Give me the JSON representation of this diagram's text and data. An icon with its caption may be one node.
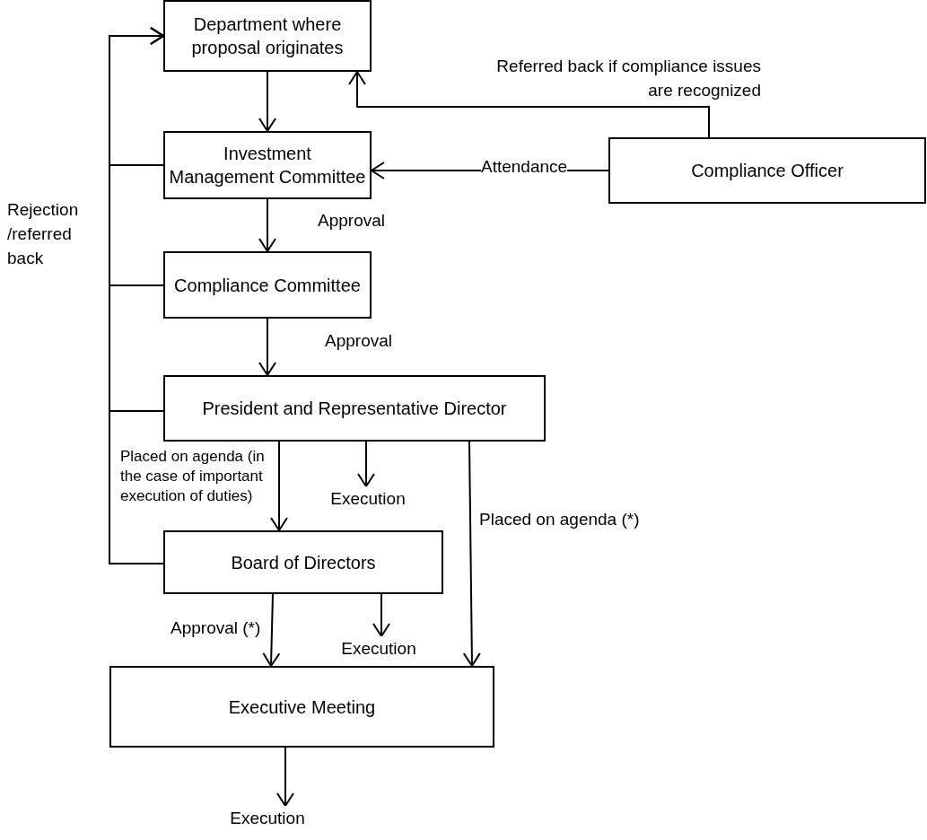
{
  "diagram": {
    "nodes": [
      {
        "text": [
          "Department where proposal originates"
        ]
      },
      {
        "text": [
          "Investment Management Committee"
        ]
      },
      {
        "text": [
          "Compliance Officer"
        ]
      },
      {
        "text": [
          "Compliance Committee"
        ]
      },
      {
        "text": [
          "President and Representative Director"
        ]
      },
      {
        "text": [
          "Board of Directors"
        ]
      },
      {
        "text": [
          "Executive Meeting"
        ]
      },
      {
        "text": [
          "Execution"
        ]
      },
      {
        "text": [
          "Execution"
        ]
      },
      {
        "text": [
          "Execution"
        ]
      }
    ],
    "edges": [
      {
        "from": 0,
        "to": 1,
        "arrow": "to"
      },
      {
        "from": 1,
        "to": 3,
        "arrow": "to",
        "label": "Approval"
      },
      {
        "from": 3,
        "to": 4,
        "arrow": "to",
        "label": "Approval"
      },
      {
        "from": 4,
        "to": 5,
        "arrow": "to",
        "label": "Placed on agenda (in the case of important execution of duties)"
      },
      {
        "from": 4,
        "to": 7,
        "arrow": "to"
      },
      {
        "from": 4,
        "to": 6,
        "arrow": "to",
        "label": "Placed on agenda (*)"
      },
      {
        "from": 5,
        "to": 6,
        "arrow": "to",
        "label": "Approval (*)"
      },
      {
        "from": 5,
        "to": 8,
        "arrow": "to"
      },
      {
        "from": 6,
        "to": 9,
        "arrow": "to"
      },
      {
        "from": 2,
        "to": 1,
        "arrow": "to",
        "label": "Attendance"
      },
      {
        "from": 2,
        "to": 0,
        "arrow": "to",
        "label": "Referred back if compliance issues are recognized"
      },
      {
        "from": 1,
        "to": 0,
        "arrow": "to"
      },
      {
        "from": 3,
        "to": 0,
        "arrow": "to",
        "label": "Rejection /referred back"
      },
      {
        "from": 4,
        "to": 0,
        "arrow": "to"
      },
      {
        "from": 5,
        "to": 0,
        "arrow": "to"
      }
    ]
  }
}
